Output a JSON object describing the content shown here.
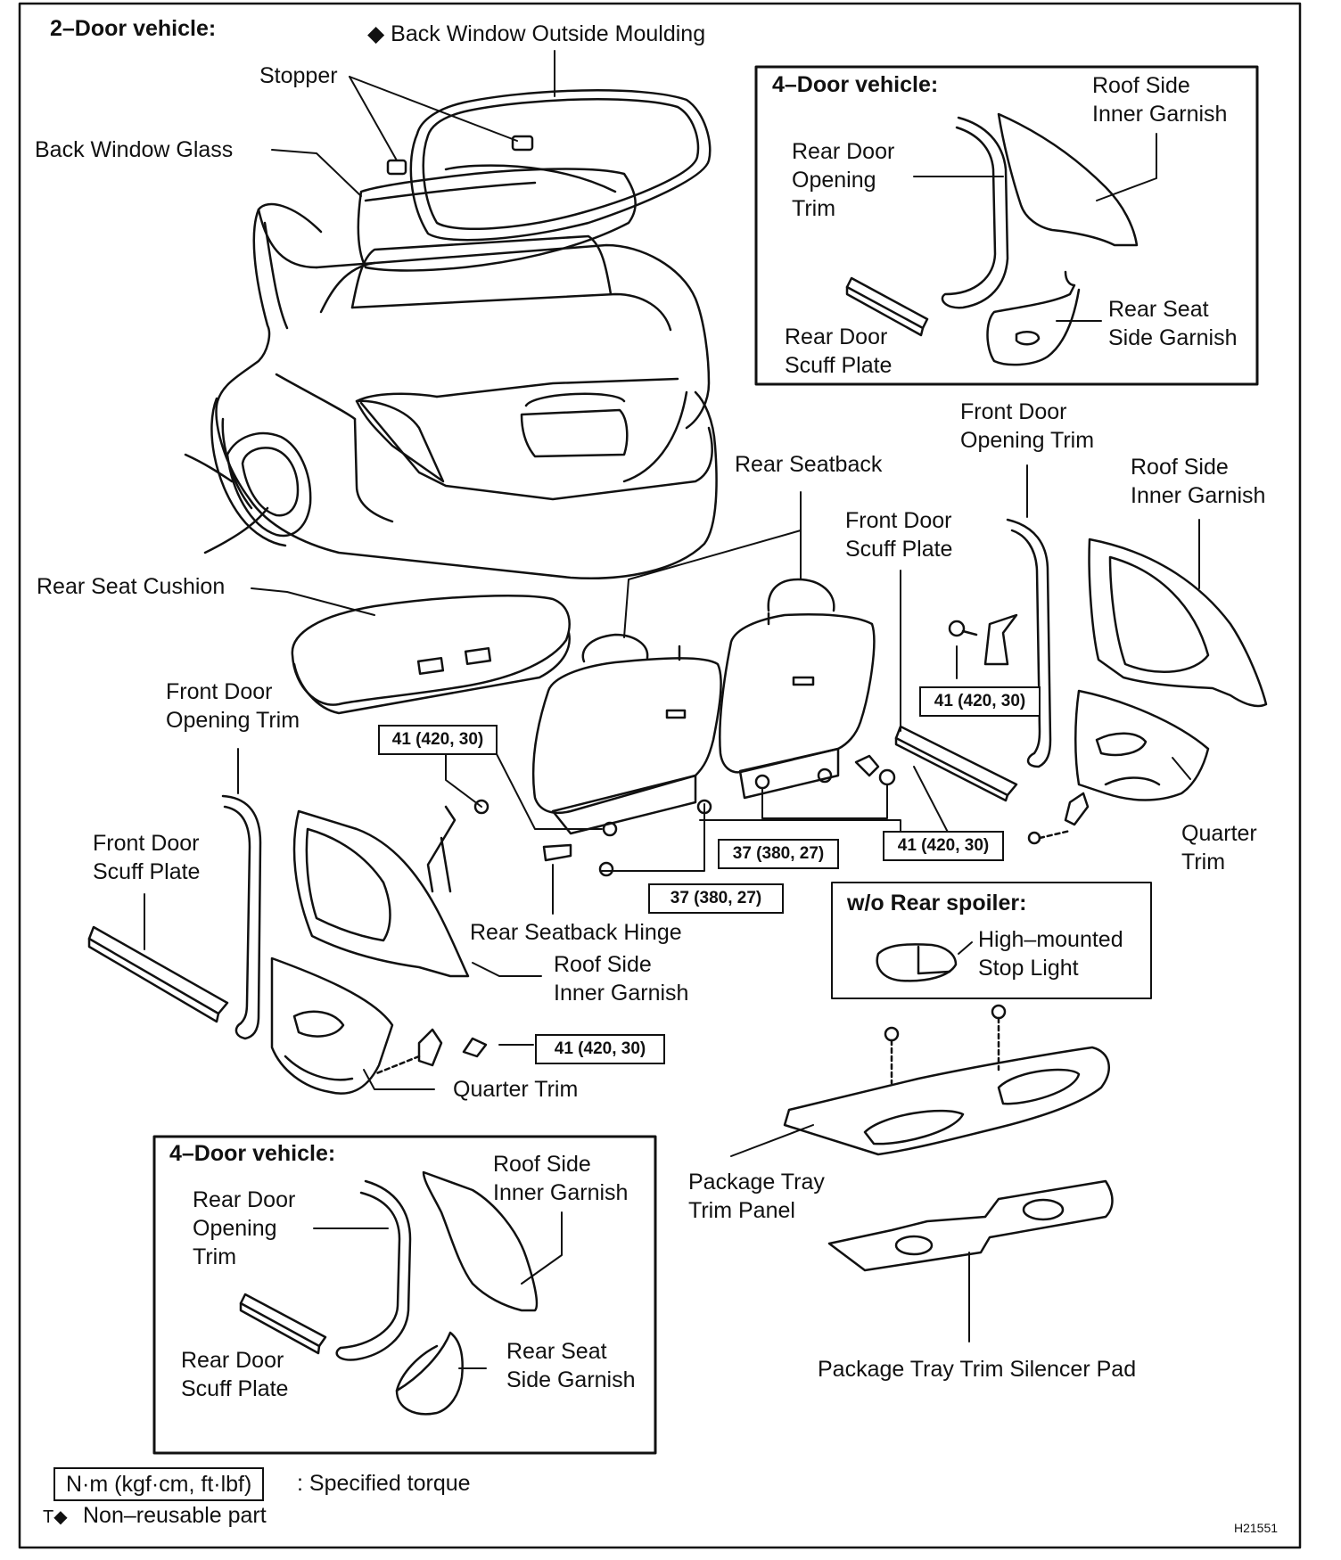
{
  "headers": {
    "two_door": "2–Door vehicle:",
    "four_door_top": "4–Door vehicle:",
    "four_door_bottom": "4–Door vehicle:",
    "no_spoiler": "w/o Rear spoiler:"
  },
  "parts": {
    "back_window_moulding": "◆ Back Window Outside Moulding",
    "stopper": "Stopper",
    "back_window_glass": "Back Window Glass",
    "top_roof_side_inner_garnish": "Roof Side\nInner Garnish",
    "top_rear_door_opening_trim": "Rear Door\nOpening\nTrim",
    "top_rear_seat_side_garnish": "Rear Seat\nSide Garnish",
    "top_rear_door_scuff_plate": "Rear Door\nScuff Plate",
    "rear_seatback": "Rear Seatback",
    "right_front_door_opening_trim": "Front Door\nOpening Trim",
    "right_roof_side_inner_garnish": "Roof Side\nInner Garnish",
    "right_front_door_scuff_plate": "Front Door\nScuff Plate",
    "rear_seat_cushion": "Rear Seat Cushion",
    "left_front_door_opening_trim": "Front Door\nOpening Trim",
    "left_front_door_scuff_plate": "Front Door\nScuff Plate",
    "rear_seatback_hinge": "Rear Seatback Hinge",
    "left_roof_side_inner_garnish": "Roof Side\nInner Garnish",
    "left_quarter_trim": "Quarter Trim",
    "right_quarter_trim": "Quarter\nTrim",
    "high_mounted_stop_light": "High–mounted\nStop Light",
    "package_tray_trim_panel": "Package Tray\nTrim Panel",
    "package_tray_silencer_pad": "Package Tray Trim Silencer Pad",
    "bottom_rear_door_opening_trim": "Rear Door\nOpening\nTrim",
    "bottom_roof_side_inner_garnish": "Roof Side\nInner Garnish",
    "bottom_rear_door_scuff_plate": "Rear Door\nScuff Plate",
    "bottom_rear_seat_side_garnish": "Rear Seat\nSide Garnish"
  },
  "torques": {
    "t1": "41 (420, 30)",
    "t2": "41 (420, 30)",
    "t3": "41 (420, 30)",
    "t4": "41 (420, 30)",
    "t5": "37 (380, 27)",
    "t6": "37 (380, 27)"
  },
  "legend": {
    "unit_box": "N·m (kgf·cm, ft·lbf)",
    "unit_desc": ": Specified torque",
    "nonreusable_symbol": "T◆",
    "nonreusable": "Non–reusable part"
  },
  "figure_id": "H21551"
}
